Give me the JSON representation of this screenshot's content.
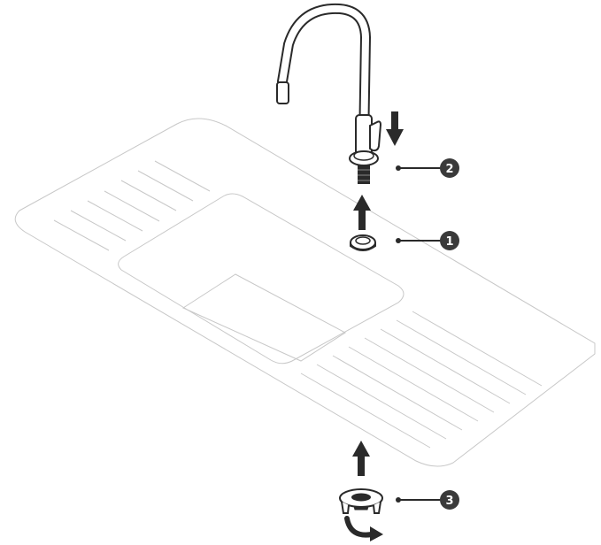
{
  "colors": {
    "ink": "#2a2a2a",
    "outline": "#c8c8c8",
    "background": "#ffffff",
    "badge_fill": "#3a3a3a",
    "badge_text": "#ffffff"
  },
  "callouts": [
    {
      "number": "1",
      "part": "mounting-ring"
    },
    {
      "number": "2",
      "part": "tap-base"
    },
    {
      "number": "3",
      "part": "fixing-nut"
    }
  ]
}
